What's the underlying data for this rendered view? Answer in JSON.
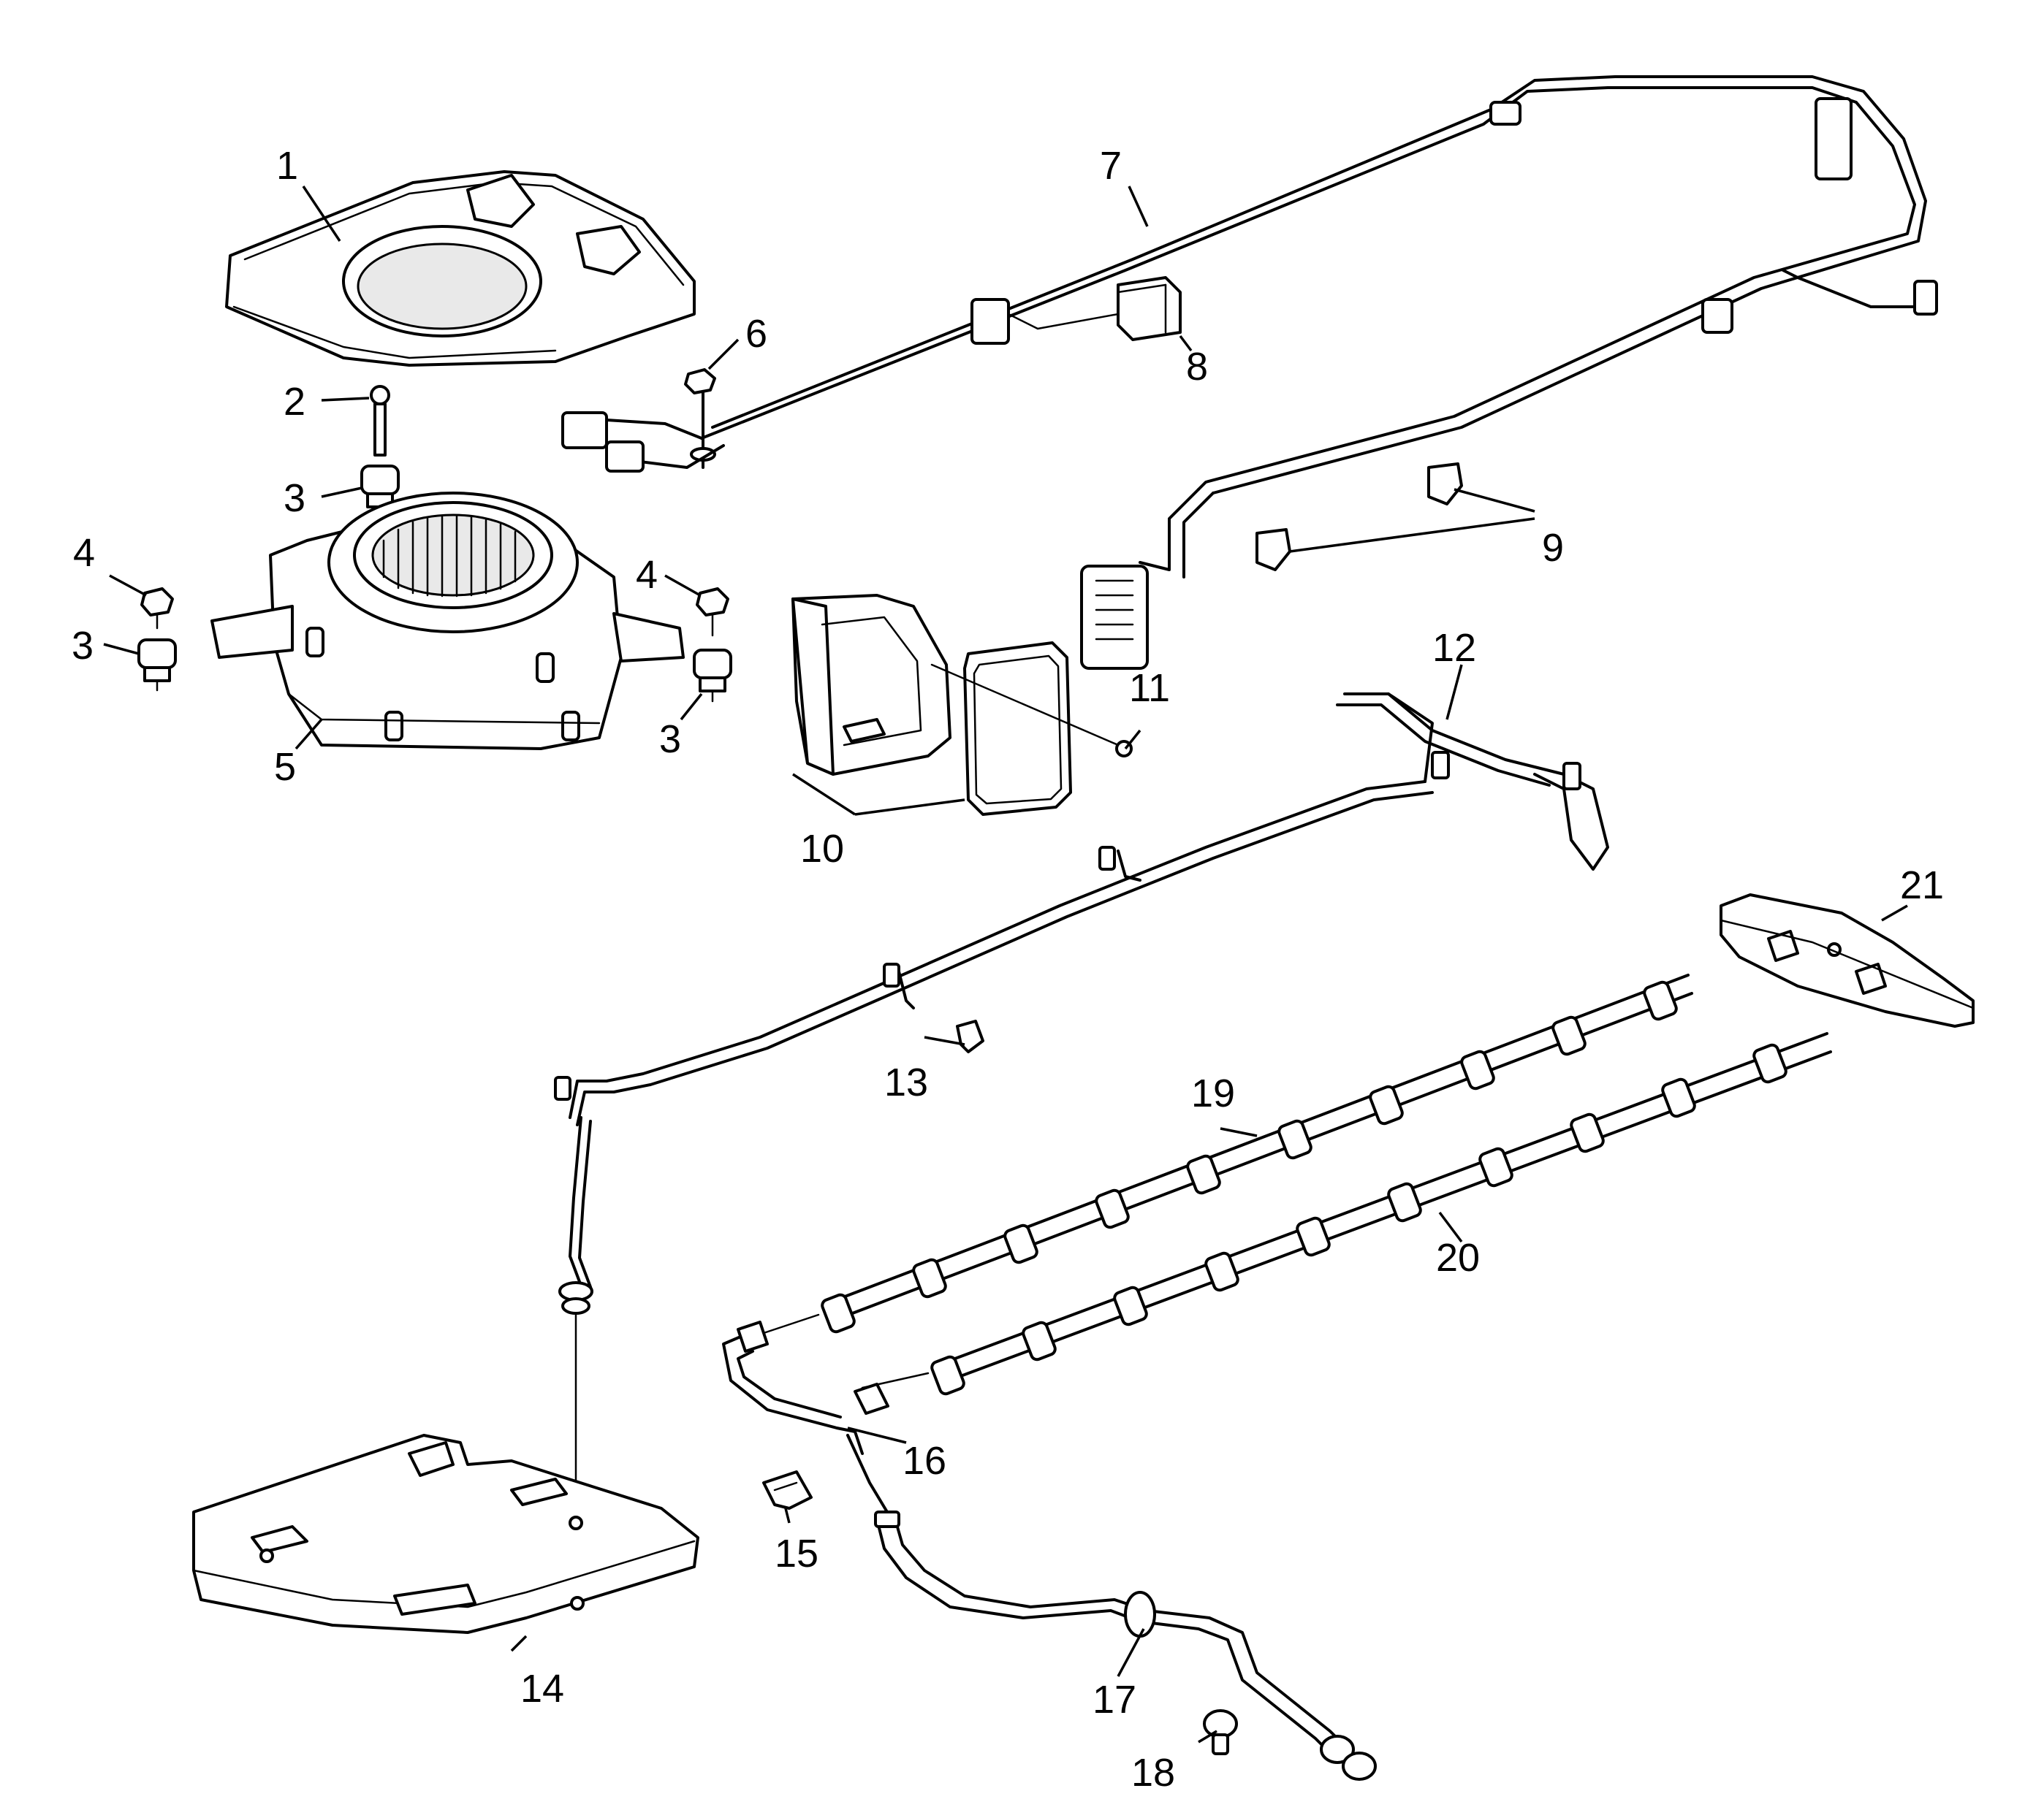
{
  "callouts": [
    {
      "id": "c1",
      "label": "1"
    },
    {
      "id": "c2",
      "label": "2"
    },
    {
      "id": "c3a",
      "label": "3"
    },
    {
      "id": "c3b",
      "label": "3"
    },
    {
      "id": "c3c",
      "label": "3"
    },
    {
      "id": "c4a",
      "label": "4"
    },
    {
      "id": "c4b",
      "label": "4"
    },
    {
      "id": "c5",
      "label": "5"
    },
    {
      "id": "c6",
      "label": "6"
    },
    {
      "id": "c7",
      "label": "7"
    },
    {
      "id": "c8",
      "label": "8"
    },
    {
      "id": "c9",
      "label": "9"
    },
    {
      "id": "c10",
      "label": "10"
    },
    {
      "id": "c11",
      "label": "11"
    },
    {
      "id": "c12",
      "label": "12"
    },
    {
      "id": "c13",
      "label": "13"
    },
    {
      "id": "c14",
      "label": "14"
    },
    {
      "id": "c15",
      "label": "15"
    },
    {
      "id": "c16",
      "label": "16"
    },
    {
      "id": "c17",
      "label": "17"
    },
    {
      "id": "c18",
      "label": "18"
    },
    {
      "id": "c19",
      "label": "19"
    },
    {
      "id": "c20",
      "label": "20"
    },
    {
      "id": "c21",
      "label": "21"
    }
  ]
}
